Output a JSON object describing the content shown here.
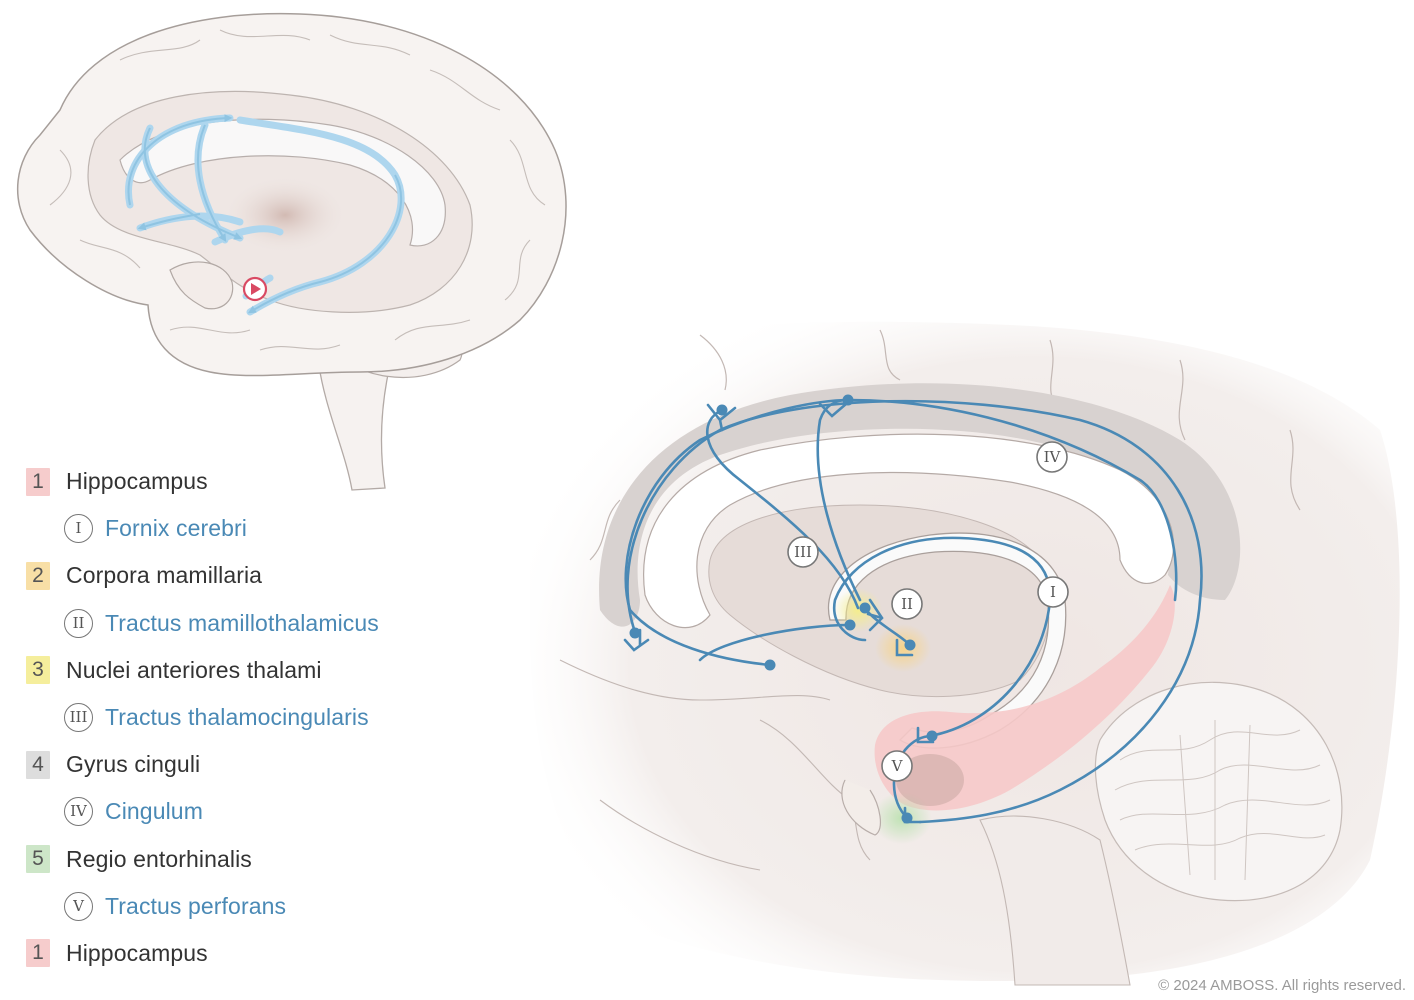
{
  "colors": {
    "pathway": "#4a89b5",
    "arrow": "#aed6ee",
    "hippocampus": "#f6cccc",
    "corpora_mamillaria": "#f8dfa6",
    "nuclei_anteriores": "#f5ee9c",
    "gyrus_cinguli": "#dddddd",
    "regio_entorhinalis": "#cde6c8"
  },
  "diagram": {
    "roman_labels": [
      "I",
      "II",
      "III",
      "IV",
      "V"
    ]
  },
  "legend": [
    {
      "kind": "structure",
      "num": "1",
      "label": "Hippocampus",
      "color": "#f6cccc"
    },
    {
      "kind": "tract",
      "roman": "I",
      "label": "Fornix cerebri"
    },
    {
      "kind": "structure",
      "num": "2",
      "label": "Corpora mamillaria",
      "color": "#f8dfa6"
    },
    {
      "kind": "tract",
      "roman": "II",
      "label": "Tractus mamillothalamicus"
    },
    {
      "kind": "structure",
      "num": "3",
      "label": "Nuclei anteriores thalami",
      "color": "#f5ee9c"
    },
    {
      "kind": "tract",
      "roman": "III",
      "label": "Tractus thalamocingularis"
    },
    {
      "kind": "structure",
      "num": "4",
      "label": "Gyrus cinguli",
      "color": "#dddddd"
    },
    {
      "kind": "tract",
      "roman": "IV",
      "label": "Cingulum"
    },
    {
      "kind": "structure",
      "num": "5",
      "label": "Regio entorhinalis",
      "color": "#cde6c8"
    },
    {
      "kind": "tract",
      "roman": "V",
      "label": "Tractus perforans"
    },
    {
      "kind": "structure",
      "num": "1",
      "label": "Hippocampus",
      "color": "#f6cccc"
    }
  ],
  "copyright": "© 2024 AMBOSS. All rights reserved."
}
